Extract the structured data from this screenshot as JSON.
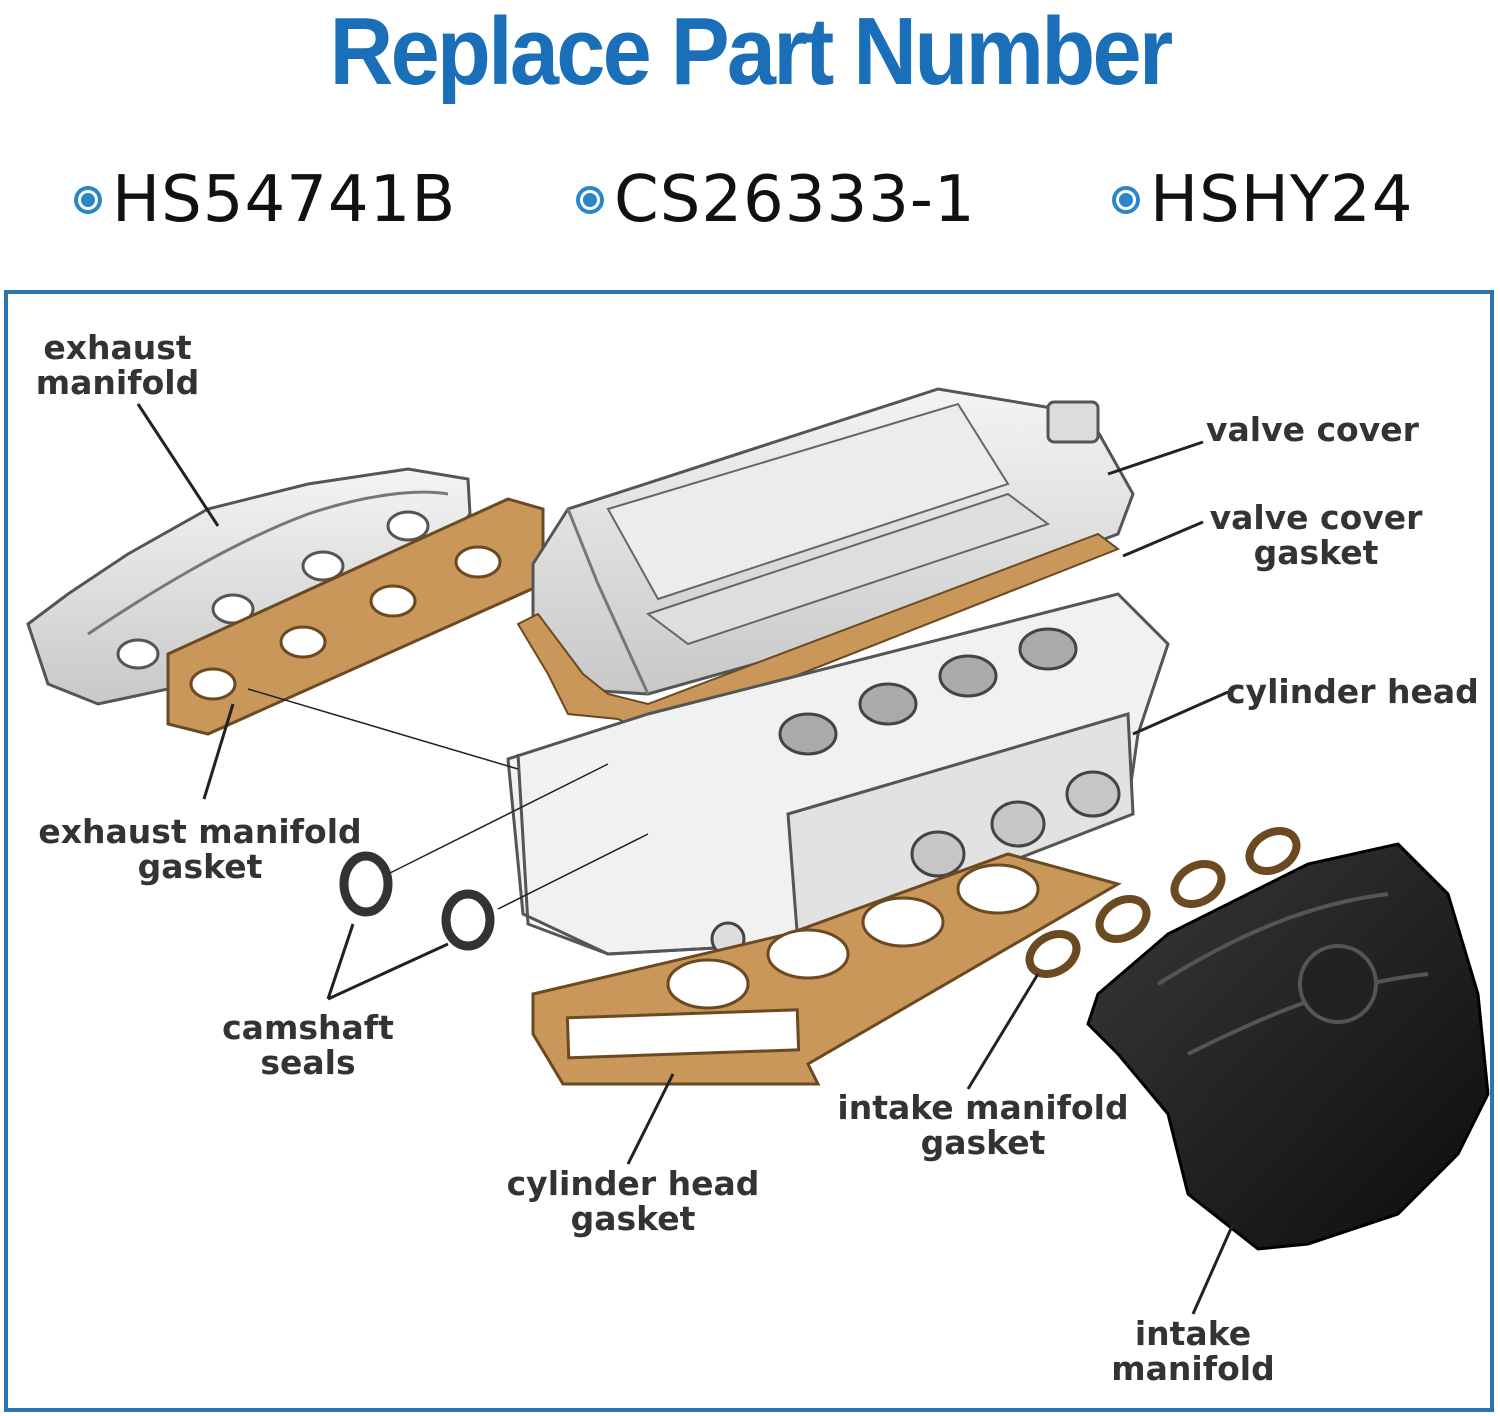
{
  "header": {
    "title": "Replace Part Number",
    "part_numbers": [
      "HS54741B",
      "CS26333-1",
      "HSHY24"
    ]
  },
  "diagram": {
    "labels": {
      "exhaust_manifold": [
        "exhaust",
        "manifold"
      ],
      "valve_cover": [
        "valve cover"
      ],
      "valve_cover_gasket": [
        "valve cover",
        "gasket"
      ],
      "cylinder_head": [
        "cylinder head"
      ],
      "exhaust_manifold_gasket": [
        "exhaust manifold",
        "gasket"
      ],
      "camshaft_seals": [
        "camshaft",
        "seals"
      ],
      "intake_manifold_gasket": [
        "intake manifold",
        "gasket"
      ],
      "cylinder_head_gasket": [
        "cylinder head",
        "gasket"
      ],
      "intake_manifold": [
        "intake",
        "manifold"
      ]
    }
  },
  "colors": {
    "title": "#1a6fb8",
    "bullet": "#2a86c8",
    "frame": "#2a76b0",
    "gasket": "#c9975a"
  }
}
